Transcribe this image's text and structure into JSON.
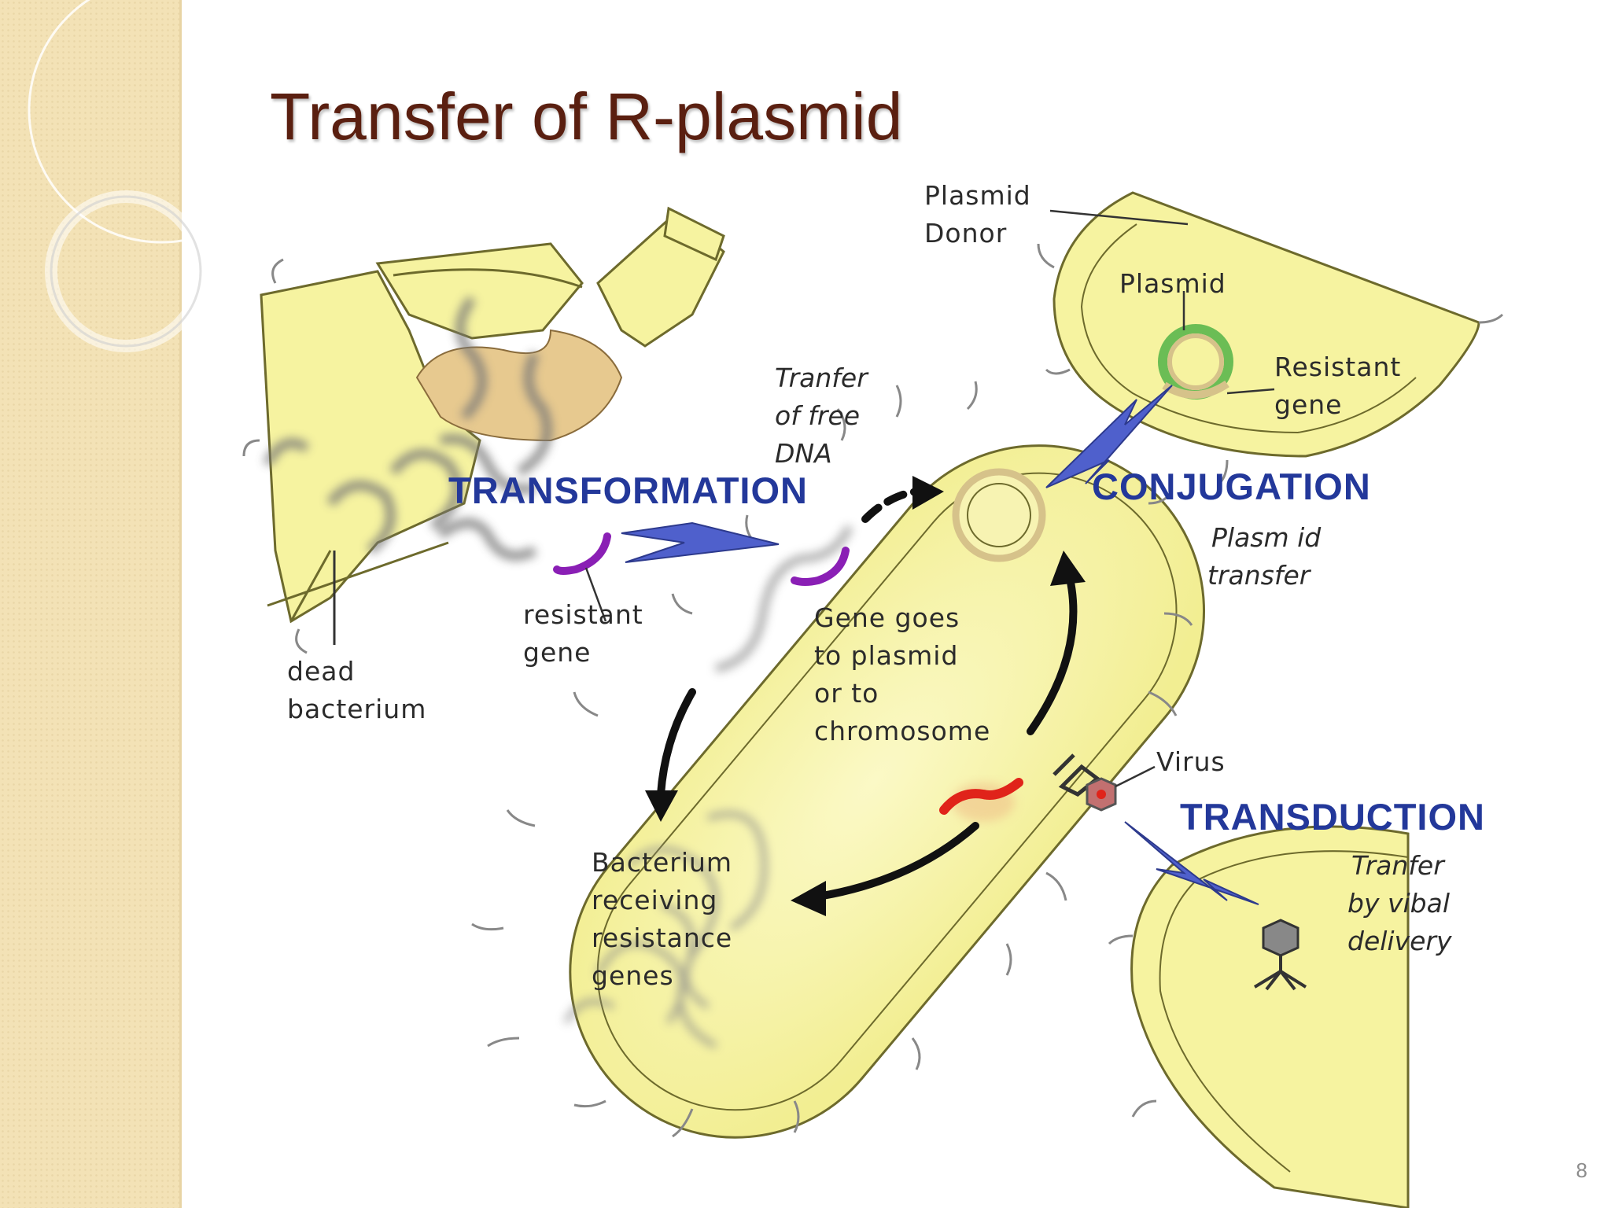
{
  "slide": {
    "title": "Transfer of R-plasmid",
    "page_number": "8"
  },
  "diagram": {
    "processes": {
      "transformation": "TRANSFORMATION",
      "conjugation": "CONJUGATION",
      "transduction": "TRANSDUCTION"
    },
    "labels": {
      "plasmid_donor": [
        "Plasmid",
        "Donor"
      ],
      "plasmid": "Plasmid",
      "resistant_gene_right": [
        "Resistant",
        "gene"
      ],
      "transfer_free_dna": [
        "Tranfer",
        "of free",
        "DNA"
      ],
      "plasmid_transfer": [
        "Plasm id",
        "transfer"
      ],
      "resistant_gene_left": [
        "resistant",
        "gene"
      ],
      "dead_bacterium": [
        "dead",
        "bacterium"
      ],
      "gene_goes": [
        "Gene goes",
        "to plasmid",
        "or to",
        "chromosome"
      ],
      "virus": "Virus",
      "transfer_viral": [
        "Tranfer",
        "by vibal",
        "delivery"
      ],
      "bacterium_receiving": [
        "Bacterium",
        "receiving",
        "resistance",
        "genes"
      ]
    }
  },
  "colors": {
    "cell_fill": "#f6f3a0",
    "cell_stroke": "#6d6a2c",
    "process_text": "#23389a",
    "arrow_blue": "#4f60cc",
    "title": "#5a1f10",
    "plasmid_ring": "#d6c28a",
    "plasmid_green": "#6bbd55",
    "gene_purple": "#8a1fb5",
    "gene_red": "#e0231a"
  }
}
